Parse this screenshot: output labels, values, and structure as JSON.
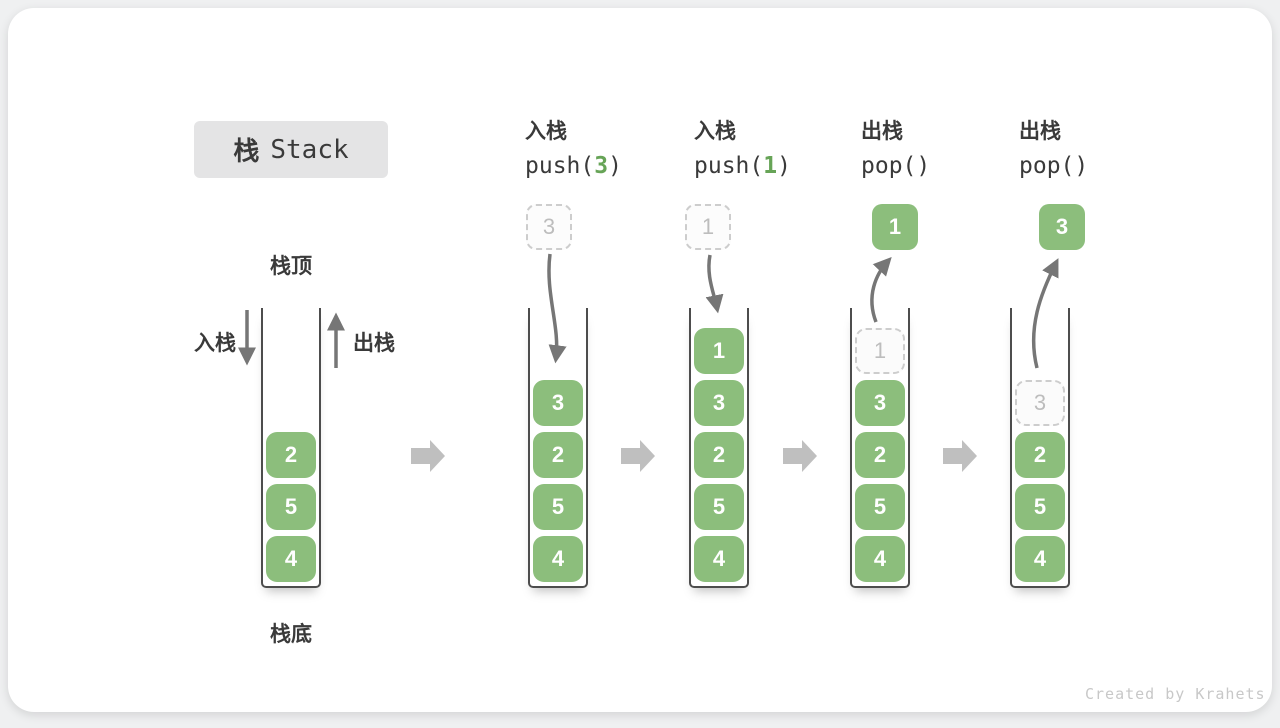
{
  "title": {
    "cn": "栈",
    "en": "Stack"
  },
  "labels": {
    "stack_top": "栈顶",
    "stack_bottom": "栈底",
    "push_label": "入栈",
    "pop_label": "出栈"
  },
  "columns": [
    {
      "op": "入栈",
      "code_prefix": "push(",
      "code_arg": "3",
      "code_suffix": ")"
    },
    {
      "op": "入栈",
      "code_prefix": "push(",
      "code_arg": "1",
      "code_suffix": ")"
    },
    {
      "op": "出栈",
      "code_prefix": "pop(",
      "code_arg": "",
      "code_suffix": ")"
    },
    {
      "op": "出栈",
      "code_prefix": "pop(",
      "code_arg": "",
      "code_suffix": ")"
    }
  ],
  "floating_boxes": [
    {
      "value": "3",
      "style": "dashed"
    },
    {
      "value": "1",
      "style": "dashed"
    },
    {
      "value": "1",
      "style": "solid"
    },
    {
      "value": "3",
      "style": "solid"
    }
  ],
  "stacks": [
    {
      "cells": [
        {
          "value": "2"
        },
        {
          "value": "5"
        },
        {
          "value": "4"
        }
      ]
    },
    {
      "cells": [
        {
          "value": "3"
        },
        {
          "value": "2"
        },
        {
          "value": "5"
        },
        {
          "value": "4"
        }
      ]
    },
    {
      "cells": [
        {
          "value": "1"
        },
        {
          "value": "3"
        },
        {
          "value": "2"
        },
        {
          "value": "5"
        },
        {
          "value": "4"
        }
      ]
    },
    {
      "cells": [
        {
          "value": "1",
          "style": "dashed"
        },
        {
          "value": "3"
        },
        {
          "value": "2"
        },
        {
          "value": "5"
        },
        {
          "value": "4"
        }
      ]
    },
    {
      "cells": [
        {
          "value": "3",
          "style": "dashed"
        },
        {
          "value": "2"
        },
        {
          "value": "5"
        },
        {
          "value": "4"
        }
      ]
    }
  ],
  "watermark": "Created by Krahets",
  "colors": {
    "green": "#8CBE7C",
    "code_green": "#67A457",
    "ink": "#3A3A3A",
    "wall": "#4D4D4D",
    "arrow": "#767676",
    "block_arrow": "#BFBFBF",
    "dash_border": "#CDCDCD",
    "dash_text": "#BDBDBD",
    "title_bg": "#E4E4E5",
    "page_bg": "#EFF0F1",
    "watermark": "#C8C8C8"
  }
}
